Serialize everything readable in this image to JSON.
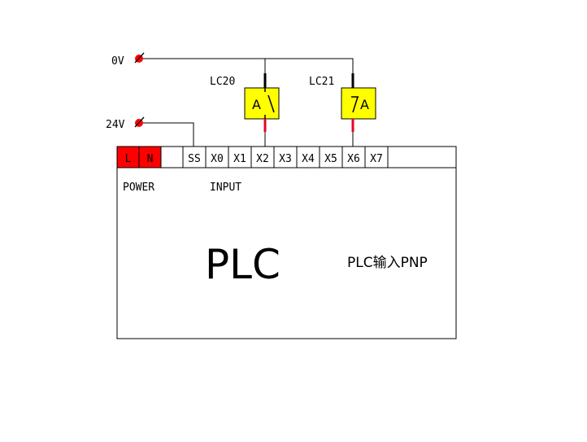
{
  "supply": {
    "zero_volt_label": "0V",
    "plus_24v_label": "24V"
  },
  "sensors": [
    {
      "label": "LC20",
      "symbol": "A",
      "contact": "normally-open"
    },
    {
      "label": "LC21",
      "symbol": "A",
      "contact": "normally-closed"
    }
  ],
  "plc": {
    "terminals": [
      "L",
      "N",
      "",
      "SS",
      "X0",
      "X1",
      "X2",
      "X3",
      "X4",
      "X5",
      "X6",
      "X7"
    ],
    "section_power": "POWER",
    "section_input": "INPUT",
    "title": "PLC",
    "subtitle": "PLC输入PNP"
  },
  "colors": {
    "power_terminal_fill": "#ff0000",
    "sensor_fill": "#ffff00",
    "lead_red": "#e8002a",
    "node_red": "#ff0000",
    "wire": "#000000"
  }
}
